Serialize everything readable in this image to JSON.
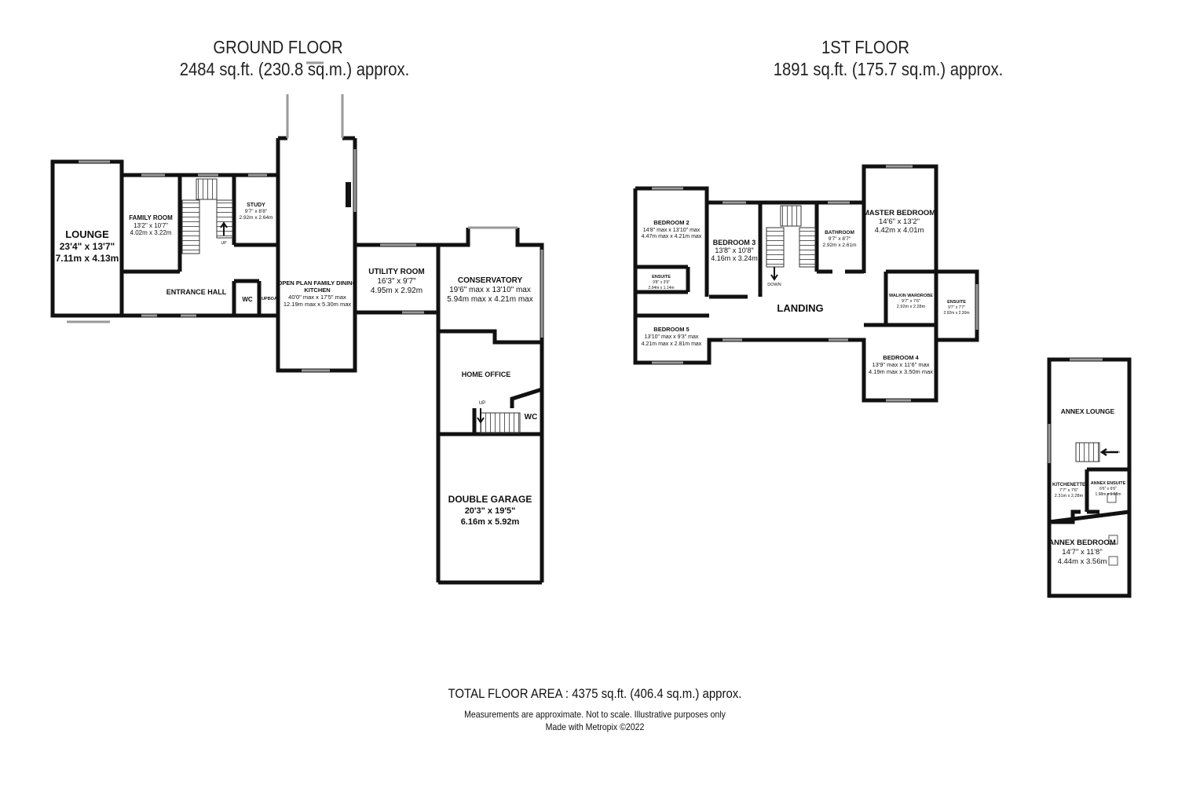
{
  "ground_floor": {
    "title": "GROUND FLOOR",
    "area": "2484 sq.ft. (230.8 sq.m.) approx.",
    "rooms": {
      "lounge": {
        "name": "LOUNGE",
        "dims": [
          "23'4\" x 13'7\"",
          "7.11m x 4.13m"
        ]
      },
      "family_room": {
        "name": "FAMILY ROOM",
        "dims": [
          "13'2\" x 10'7\"",
          "4.02m x 3.22m"
        ]
      },
      "study": {
        "name": "STUDY",
        "dims": [
          "9'7\" x 8'8\"",
          "2.92m x 2.64m"
        ]
      },
      "entrance_hall": {
        "name": "ENTRANCE HALL",
        "dims": []
      },
      "wc": {
        "name": "WC",
        "dims": []
      },
      "cupboard": {
        "name": "CUPBOAR",
        "dims": []
      },
      "kitchen": {
        "name": "OPEN PLAN FAMILY DINING",
        "name2": "KITCHEN",
        "dims": [
          "40'0\" max x 17'5\" max",
          "12.19m max x 5.30m max"
        ]
      },
      "utility": {
        "name": "UTILITY ROOM",
        "dims": [
          "16'3\" x 9'7\"",
          "4.95m x 2.92m"
        ]
      },
      "conservatory": {
        "name": "CONSERVATORY",
        "dims": [
          "19'6\" max x 13'10\" max",
          "5.94m max x 4.21m max"
        ]
      },
      "home_office": {
        "name": "HOME OFFICE",
        "dims": []
      },
      "wc2": {
        "name": "WC",
        "dims": []
      },
      "garage": {
        "name": "DOUBLE GARAGE",
        "dims": [
          "20'3\" x 19'5\"",
          "6.16m x 5.92m"
        ]
      }
    },
    "stair_up_1": "UP",
    "stair_up_2": "UP"
  },
  "first_floor": {
    "title": "1ST FLOOR",
    "area": "1891 sq.ft. (175.7 sq.m.) approx.",
    "rooms": {
      "bedroom2": {
        "name": "BEDROOM 2",
        "dims": [
          "14'8\" max x 13'10\" max",
          "4.47m max x 4.21m max"
        ]
      },
      "ensuite1": {
        "name": "ENSUITE",
        "dims": [
          "9'8\" x 3'9\"",
          "2.94m x 1.14m"
        ]
      },
      "bedroom3": {
        "name": "BEDROOM 3",
        "dims": [
          "13'8\" x 10'8\"",
          "4.16m x 3.24m"
        ]
      },
      "bathroom": {
        "name": "BATHROOM",
        "dims": [
          "9'7\" x 8'7\"",
          "2.92m x 2.61m"
        ]
      },
      "master": {
        "name": "MASTER BEDROOM",
        "dims": [
          "14'6\" x 13'2\"",
          "4.42m x 4.01m"
        ]
      },
      "landing": {
        "name": "LANDING",
        "dims": []
      },
      "wardrobe": {
        "name": "WALKIN WARDROBE",
        "dims": [
          "9'7\" x 7'6\"",
          "2.92m x 2.28m"
        ]
      },
      "ensuite2": {
        "name": "ENSUITE",
        "dims": [
          "9'7\" x 7'7\"",
          "2.92m x 2.30m"
        ]
      },
      "bedroom5": {
        "name": "BEDROOM 5",
        "dims": [
          "13'10\" max x 9'3\" max",
          "4.21m max x 2.81m max"
        ]
      },
      "bedroom4": {
        "name": "BEDROOM 4",
        "dims": [
          "13'9\" max x 11'6\" max",
          "4.19m max x 3.50m max"
        ]
      }
    },
    "stair_down": "DOWN"
  },
  "annex": {
    "rooms": {
      "lounge": {
        "name": "ANNEX LOUNGE",
        "dims": []
      },
      "kitchenette": {
        "name": "KITCHENETTE",
        "dims": [
          "7'7\" x 7'6\"",
          "2.31m x 2.28m"
        ]
      },
      "ensuite": {
        "name": "ANNEX ENSUITE",
        "dims": [
          "6'6\" x 6'6\"",
          "1.98m x 1.98m"
        ]
      },
      "bedroom": {
        "name": "ANNEX BEDROOM",
        "dims": [
          "14'7\" x 11'8\"",
          "4.44m x 3.56m"
        ]
      }
    },
    "stair_down": "DOWN"
  },
  "footer": {
    "total": "TOTAL FLOOR AREA : 4375 sq.ft. (406.4 sq.m.) approx.",
    "disclaimer": "Measurements are approximate.  Not to scale.  Illustrative purposes only",
    "made_with": "Made with Metropix ©2022"
  },
  "colors": {
    "wall": "#111111",
    "window": "#9a9a9a",
    "background": "#ffffff"
  }
}
